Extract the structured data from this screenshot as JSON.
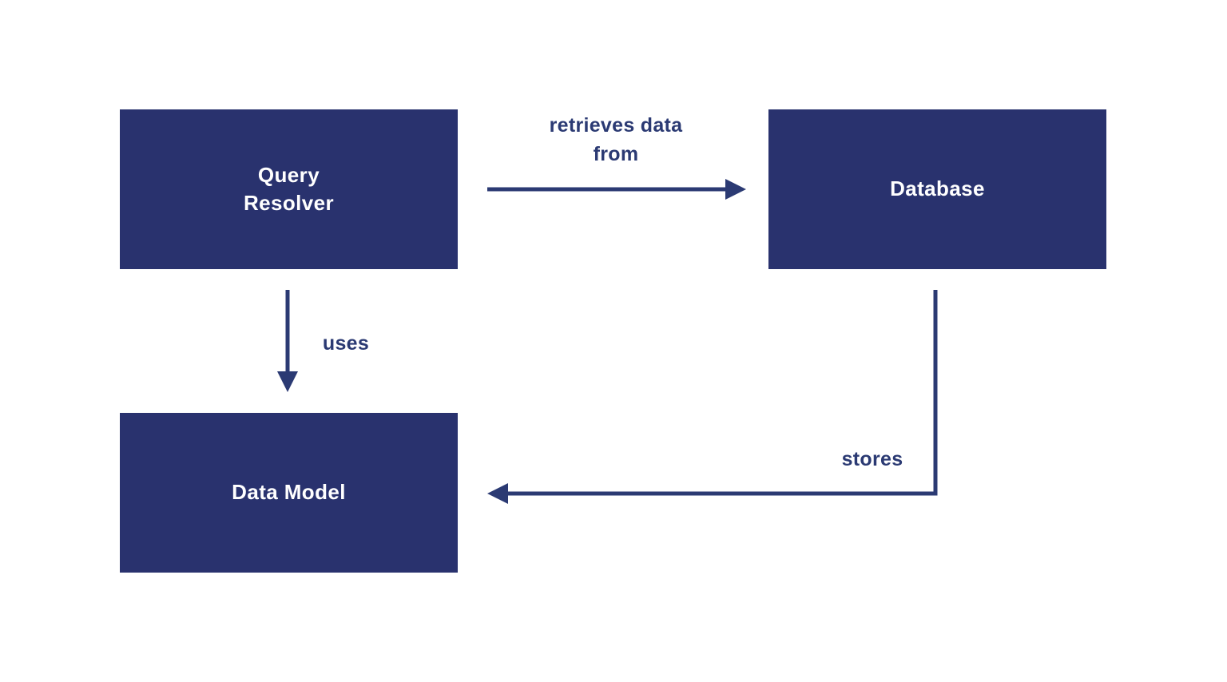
{
  "diagram": {
    "nodes": {
      "query_resolver": {
        "label": "Query\nResolver"
      },
      "database": {
        "label": "Database"
      },
      "data_model": {
        "label": "Data Model"
      }
    },
    "edges": {
      "retrieves": {
        "label": "retrieves data\nfrom",
        "from": "Query Resolver",
        "to": "Database"
      },
      "uses": {
        "label": "uses",
        "from": "Query Resolver",
        "to": "Data Model"
      },
      "stores": {
        "label": "stores",
        "from": "Database",
        "to": "Data Model"
      }
    }
  },
  "colors": {
    "box_fill": "#29326e",
    "box_text": "#ffffff",
    "arrow": "#2b3a73",
    "background": "#ffffff"
  }
}
